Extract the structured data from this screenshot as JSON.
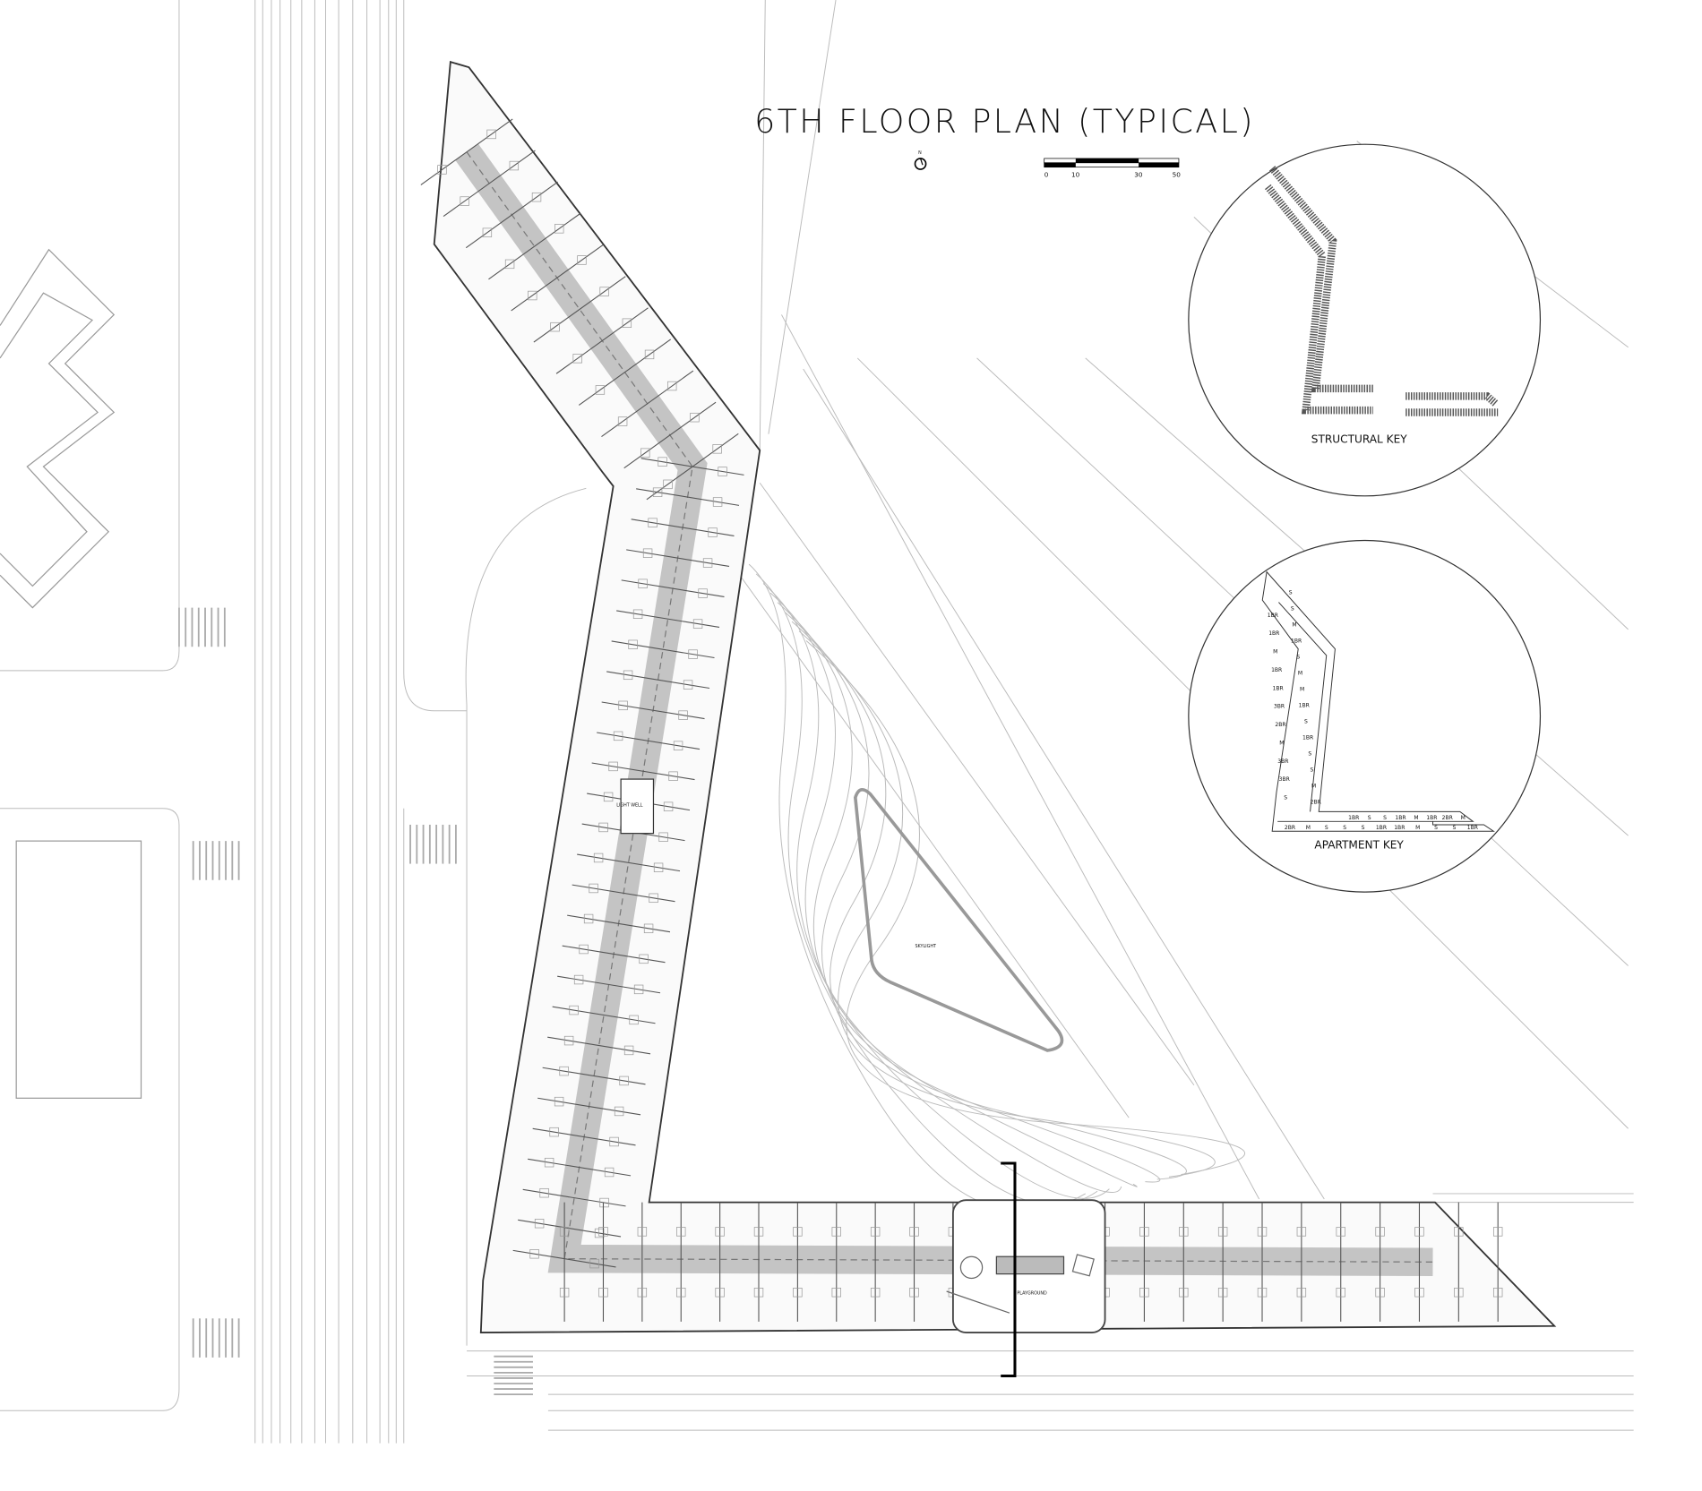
{
  "title": "6TH FLOOR PLAN (TYPICAL)",
  "north_label": "N",
  "scale_bar": {
    "labels": [
      "0",
      "10",
      "30",
      "50"
    ]
  },
  "plan_labels": {
    "light_well": "LIGHT WELL",
    "skylight": "SKYLIGHT",
    "playground": "PLAYGROUND"
  },
  "structural_key": {
    "label": "STRUCTURAL KEY"
  },
  "apartment_key": {
    "label": "APARTMENT KEY",
    "wing_west": [
      "1BR",
      "1BR",
      "M",
      "1BR",
      "1BR",
      "3BR",
      "2BR",
      "M",
      "3BR",
      "3BR",
      "S"
    ],
    "wing_east": [
      "S",
      "S",
      "M",
      "1BR",
      "S",
      "M",
      "M",
      "1BR",
      "S",
      "1BR",
      "S",
      "S",
      "M",
      "2BR"
    ],
    "bottom_upper": [
      "1BR",
      "S",
      "S",
      "1BR",
      "M",
      "1BR",
      "2BR",
      "M"
    ],
    "bottom_lower": [
      "2BR",
      "M",
      "S",
      "S",
      "S",
      "1BR",
      "1BR",
      "M",
      "S",
      "S",
      "1BR"
    ]
  },
  "colors": {
    "line": "#333333",
    "site": "#bbbbbb",
    "corridor": "#b8b8b8"
  }
}
